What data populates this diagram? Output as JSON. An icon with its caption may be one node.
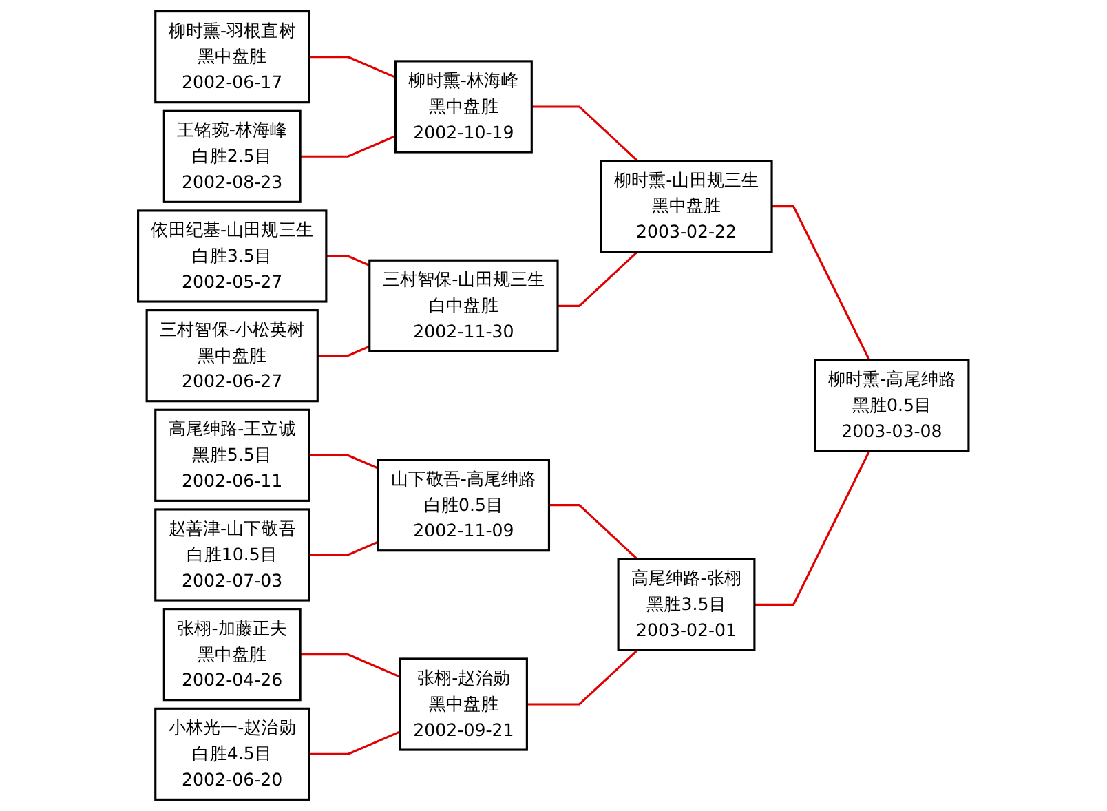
{
  "diagram": {
    "nodes": [
      {
        "text": [
          "柳时熏-羽根直树",
          "黑中盘胜",
          "2002-06-17"
        ]
      },
      {
        "text": [
          "王铭琬-林海峰",
          "白胜2.5目",
          "2002-08-23"
        ]
      },
      {
        "text": [
          "依田纪基-山田规三生",
          "白胜3.5目",
          "2002-05-27"
        ]
      },
      {
        "text": [
          "三村智保-小松英树",
          "黑中盘胜",
          "2002-06-27"
        ]
      },
      {
        "text": [
          "高尾绅路-王立诚",
          "黑胜5.5目",
          "2002-06-11"
        ]
      },
      {
        "text": [
          "赵善津-山下敬吾",
          "白胜10.5目",
          "2002-07-03"
        ]
      },
      {
        "text": [
          "张栩-加藤正夫",
          "黑中盘胜",
          "2002-04-26"
        ]
      },
      {
        "text": [
          "小林光一-赵治勋",
          "白胜4.5目",
          "2002-06-20"
        ]
      },
      {
        "text": [
          "柳时熏-林海峰",
          "黑中盘胜",
          "2002-10-19"
        ]
      },
      {
        "text": [
          "三村智保-山田规三生",
          "白中盘胜",
          "2002-11-30"
        ]
      },
      {
        "text": [
          "山下敬吾-高尾绅路",
          "白胜0.5目",
          "2002-11-09"
        ]
      },
      {
        "text": [
          "张栩-赵治勋",
          "黑中盘胜",
          "2002-09-21"
        ]
      },
      {
        "text": [
          "柳时熏-山田规三生",
          "黑中盘胜",
          "2003-02-22"
        ]
      },
      {
        "text": [
          "高尾绅路-张栩",
          "黑胜3.5目",
          "2003-02-01"
        ]
      },
      {
        "text": [
          "柳时熏-高尾绅路",
          "黑胜0.5目",
          "2003-03-08"
        ]
      }
    ],
    "edges": [
      {
        "from": 0,
        "to": 8,
        "arrow": "none"
      },
      {
        "from": 1,
        "to": 8,
        "arrow": "none"
      },
      {
        "from": 2,
        "to": 9,
        "arrow": "none"
      },
      {
        "from": 3,
        "to": 9,
        "arrow": "none"
      },
      {
        "from": 4,
        "to": 10,
        "arrow": "none"
      },
      {
        "from": 5,
        "to": 10,
        "arrow": "none"
      },
      {
        "from": 6,
        "to": 11,
        "arrow": "none"
      },
      {
        "from": 7,
        "to": 11,
        "arrow": "none"
      },
      {
        "from": 8,
        "to": 12,
        "arrow": "none"
      },
      {
        "from": 9,
        "to": 12,
        "arrow": "none"
      },
      {
        "from": 10,
        "to": 13,
        "arrow": "none"
      },
      {
        "from": 11,
        "to": 13,
        "arrow": "none"
      },
      {
        "from": 12,
        "to": 14,
        "arrow": "none"
      },
      {
        "from": 13,
        "to": 14,
        "arrow": "none"
      }
    ]
  }
}
